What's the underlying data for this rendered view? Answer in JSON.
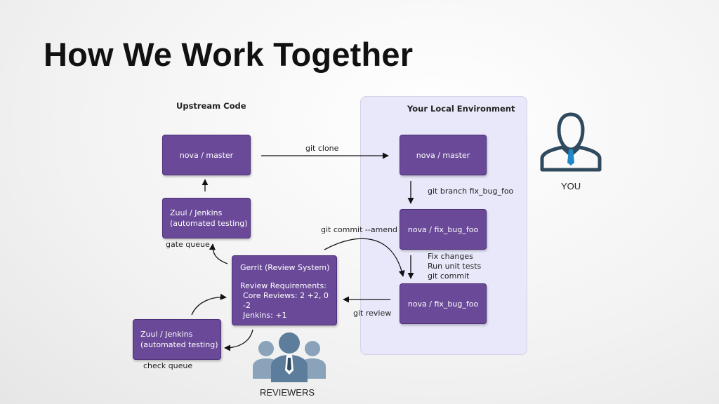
{
  "slide": {
    "title": "How We Work Together"
  },
  "diagram": {
    "upstream_label": "Upstream Code",
    "local_label": "Your Local Environment",
    "boxes": {
      "upstream_master": "nova / master",
      "zuul_gate": "Zuul / Jenkins\n(automated testing)",
      "zuul_check": "Zuul / Jenkins\n(automated testing)",
      "local_master": "nova / master",
      "local_branch_1": "nova / fix_bug_foo",
      "local_branch_2": "nova / fix_bug_foo"
    },
    "gerrit": {
      "title": "Gerrit  (Review System)",
      "requirements_heading": "Review Requirements:",
      "core_reviews": "Core Reviews: 2 +2, 0 -2",
      "jenkins": "Jenkins: +1"
    },
    "arrows": {
      "git_clone": "git clone",
      "git_branch": "git branch fix_bug_foo",
      "git_commit_amend": "git commit --amend",
      "fix_steps": "Fix changes\nRun unit tests\ngit commit",
      "git_review": "git review",
      "gate_queue": "gate queue",
      "check_queue": "check queue"
    },
    "people": {
      "you": "YOU",
      "reviewers": "REVIEWERS"
    },
    "colors": {
      "box_fill": "#6a4a98",
      "local_env_fill": "#e8e8fa",
      "person_icon": "#2f4a5e",
      "tie_accent": "#1e88c8",
      "reviewer_icon": "#6b8aa8"
    },
    "icons": {
      "you": "businessman-icon",
      "reviewers": "team-icon"
    }
  }
}
